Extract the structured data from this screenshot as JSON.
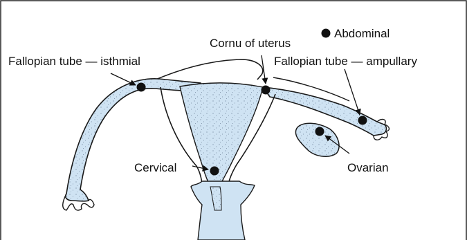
{
  "diagram": {
    "labels": {
      "abdominal": "Abdominal",
      "cornu": "Cornu of uterus",
      "isthmial": "Fallopian tube — isthmial",
      "ampullary": "Fallopian tube — ampullary",
      "cervical": "Cervical",
      "ovarian": "Ovarian"
    }
  },
  "colors": {
    "tissue_fill": "#cfe3f3",
    "outline": "#1a1a1a",
    "marker": "#111111",
    "frame": "#222222"
  }
}
